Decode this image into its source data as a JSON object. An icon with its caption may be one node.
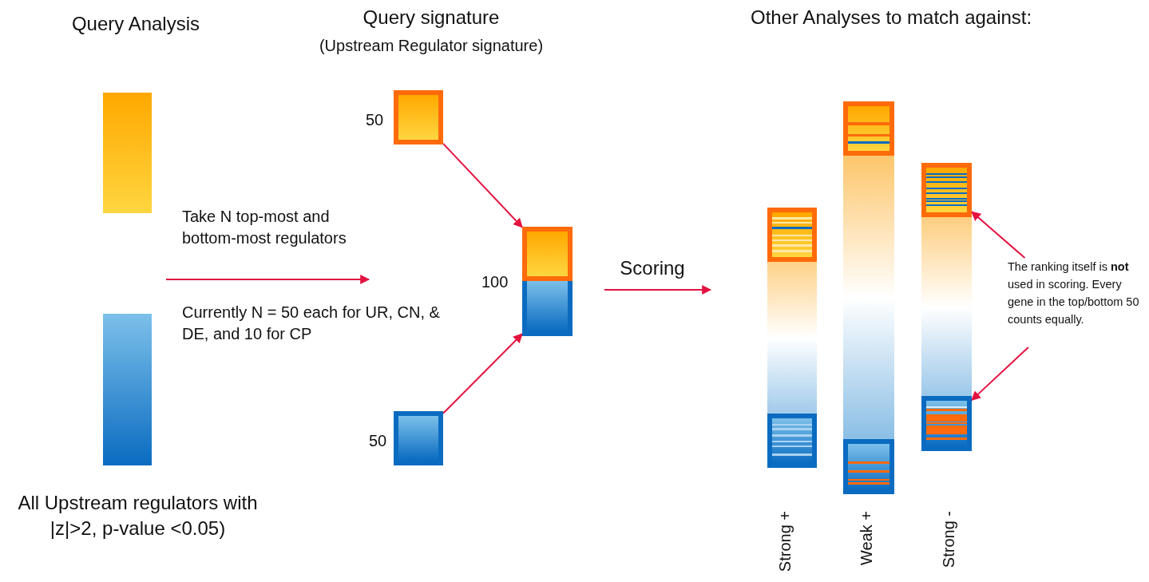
{
  "diagram": {
    "nodes": [
      {
        "text": [],
        "shape": "bar"
      },
      {
        "text": [],
        "shape": "bar"
      },
      {
        "text": [],
        "shape": "box",
        "beside": [
          "50"
        ]
      },
      {
        "text": [],
        "shape": "box",
        "beside": [
          "50"
        ]
      },
      {
        "text": [],
        "shape": "box"
      },
      {
        "text": [],
        "shape": "box"
      },
      {
        "text": [],
        "shape": "bar",
        "beside": [
          "Strong +"
        ]
      },
      {
        "text": [],
        "shape": "box",
        "in": 6
      },
      {
        "text": [],
        "shape": "box",
        "in": 6
      },
      {
        "text": [],
        "shape": "bar",
        "beside": [
          "Weak +"
        ]
      },
      {
        "text": [],
        "shape": "box",
        "in": 9
      },
      {
        "text": [],
        "shape": "box",
        "in": 9
      },
      {
        "text": [],
        "shape": "bar",
        "beside": [
          "Strong -"
        ]
      },
      {
        "text": [],
        "shape": "box",
        "in": 12
      },
      {
        "text": [],
        "shape": "box",
        "in": 12
      },
      {
        "text": [
          "The ranking itself is **not** used in scoring. Every gene in the top/bottom 50 counts equally."
        ]
      }
    ],
    "edges": [
      {
        "from": 2,
        "to": 4,
        "arrow": "to"
      },
      {
        "from": 3,
        "to": 5,
        "arrow": "to"
      },
      {
        "from": 15,
        "to": 13,
        "arrow": "to"
      },
      {
        "from": 15,
        "to": 14,
        "arrow": "to"
      }
    ],
    "labels": [
      "Query Analysis",
      "Query signature",
      "(Upstream Regulator signature)",
      "Other Analyses to match against:",
      "Take N top-most and bottom-most regulators",
      "100",
      "Scoring",
      "Currently N = 50 each for UR, CN, & DE, and 10 for CP",
      "All Upstream regulators with |z|>2, p-value <0.05)"
    ]
  }
}
